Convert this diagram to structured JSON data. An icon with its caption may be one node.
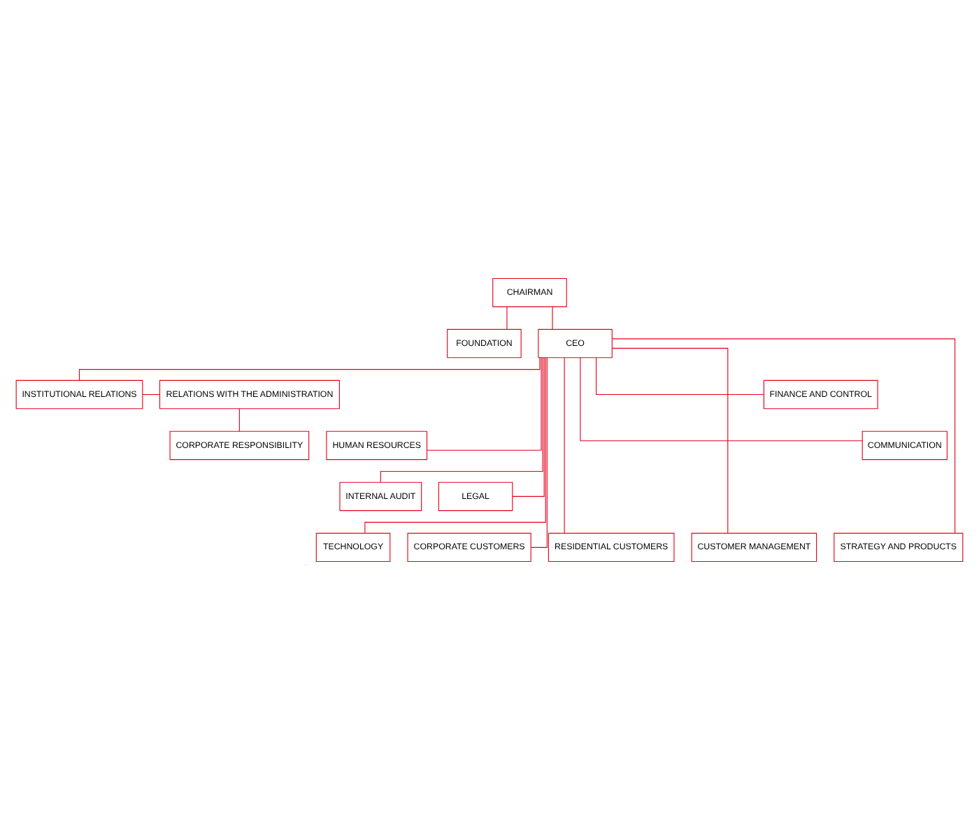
{
  "diagram": {
    "nodes": [
      {
        "text": [
          "CHAIRMAN"
        ]
      },
      {
        "text": [
          "FOUNDATION"
        ]
      },
      {
        "text": [
          "CEO"
        ]
      },
      {
        "text": [
          "RELATIONS WITH THE ADMINISTRATION"
        ]
      },
      {
        "text": [
          "INSTITUTIONAL RELATIONS"
        ]
      },
      {
        "text": [
          "FINANCE AND CONTROL"
        ]
      },
      {
        "text": [
          "CORPORATE RESPONSIBILITY"
        ]
      },
      {
        "text": [
          "COMMUNICATION"
        ]
      },
      {
        "text": [
          "HUMAN RESOURCES"
        ]
      },
      {
        "text": [
          "INTERNAL AUDIT"
        ]
      },
      {
        "text": [
          "LEGAL"
        ]
      },
      {
        "text": [
          "TECHNOLOGY"
        ]
      },
      {
        "text": [
          "CORPORATE CUSTOMERS"
        ]
      },
      {
        "text": [
          "RESIDENTIAL CUSTOMERS"
        ]
      },
      {
        "text": [
          "CUSTOMER MANAGEMENT"
        ]
      },
      {
        "text": [
          "STRATEGY AND PRODUCTS"
        ]
      }
    ],
    "edges": [
      {
        "from": 0,
        "to": 1,
        "arrow": "none"
      },
      {
        "from": 0,
        "to": 2,
        "arrow": "none"
      },
      {
        "from": 2,
        "to": 4,
        "arrow": "none"
      },
      {
        "from": 2,
        "to": 5,
        "arrow": "none"
      },
      {
        "from": 4,
        "to": 3,
        "arrow": "none"
      },
      {
        "from": 3,
        "to": 6,
        "arrow": "none"
      },
      {
        "from": 2,
        "to": 7,
        "arrow": "none"
      },
      {
        "from": 2,
        "to": 8,
        "arrow": "none"
      },
      {
        "from": 2,
        "to": 9,
        "arrow": "none"
      },
      {
        "from": 2,
        "to": 10,
        "arrow": "none"
      },
      {
        "from": 2,
        "to": 11,
        "arrow": "none"
      },
      {
        "from": 2,
        "to": 12,
        "arrow": "none"
      },
      {
        "from": 2,
        "to": 13,
        "arrow": "none"
      },
      {
        "from": 2,
        "to": 14,
        "arrow": "none"
      },
      {
        "from": 2,
        "to": 15,
        "arrow": "none"
      }
    ]
  }
}
